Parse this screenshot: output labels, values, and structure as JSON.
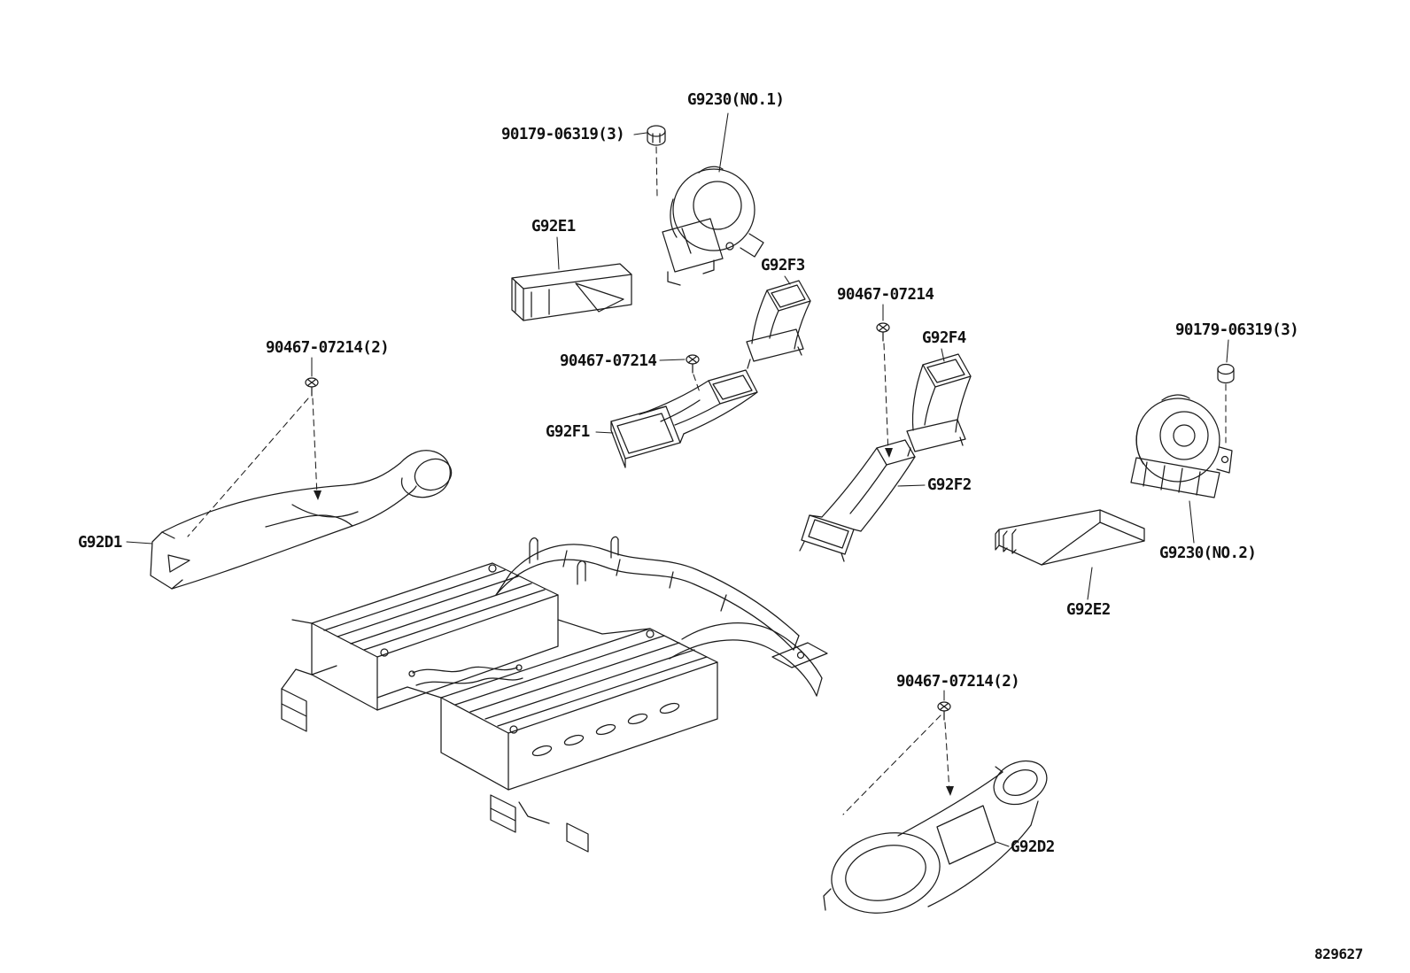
{
  "diagram": {
    "figure_number": "829627",
    "background": "#ffffff",
    "line_color": "#1c1c1c",
    "labels": {
      "g9230_no1": "G9230(NO.1)",
      "bolt_top": "90179-06319(3)",
      "g92e1": "G92E1",
      "g92f3": "G92F3",
      "screw_f2": "90467-07214",
      "g92f4": "G92F4",
      "bolt_right": "90179-06319(3)",
      "clip_left": "90467-07214(2)",
      "screw_mid": "90467-07214",
      "g92f1": "G92F1",
      "g92f2": "G92F2",
      "g92d1": "G92D1",
      "g9230_no2": "G9230(NO.2)",
      "g92e2": "G92E2",
      "clip_bottom": "90467-07214(2)",
      "g92d2": "G92D2"
    }
  }
}
